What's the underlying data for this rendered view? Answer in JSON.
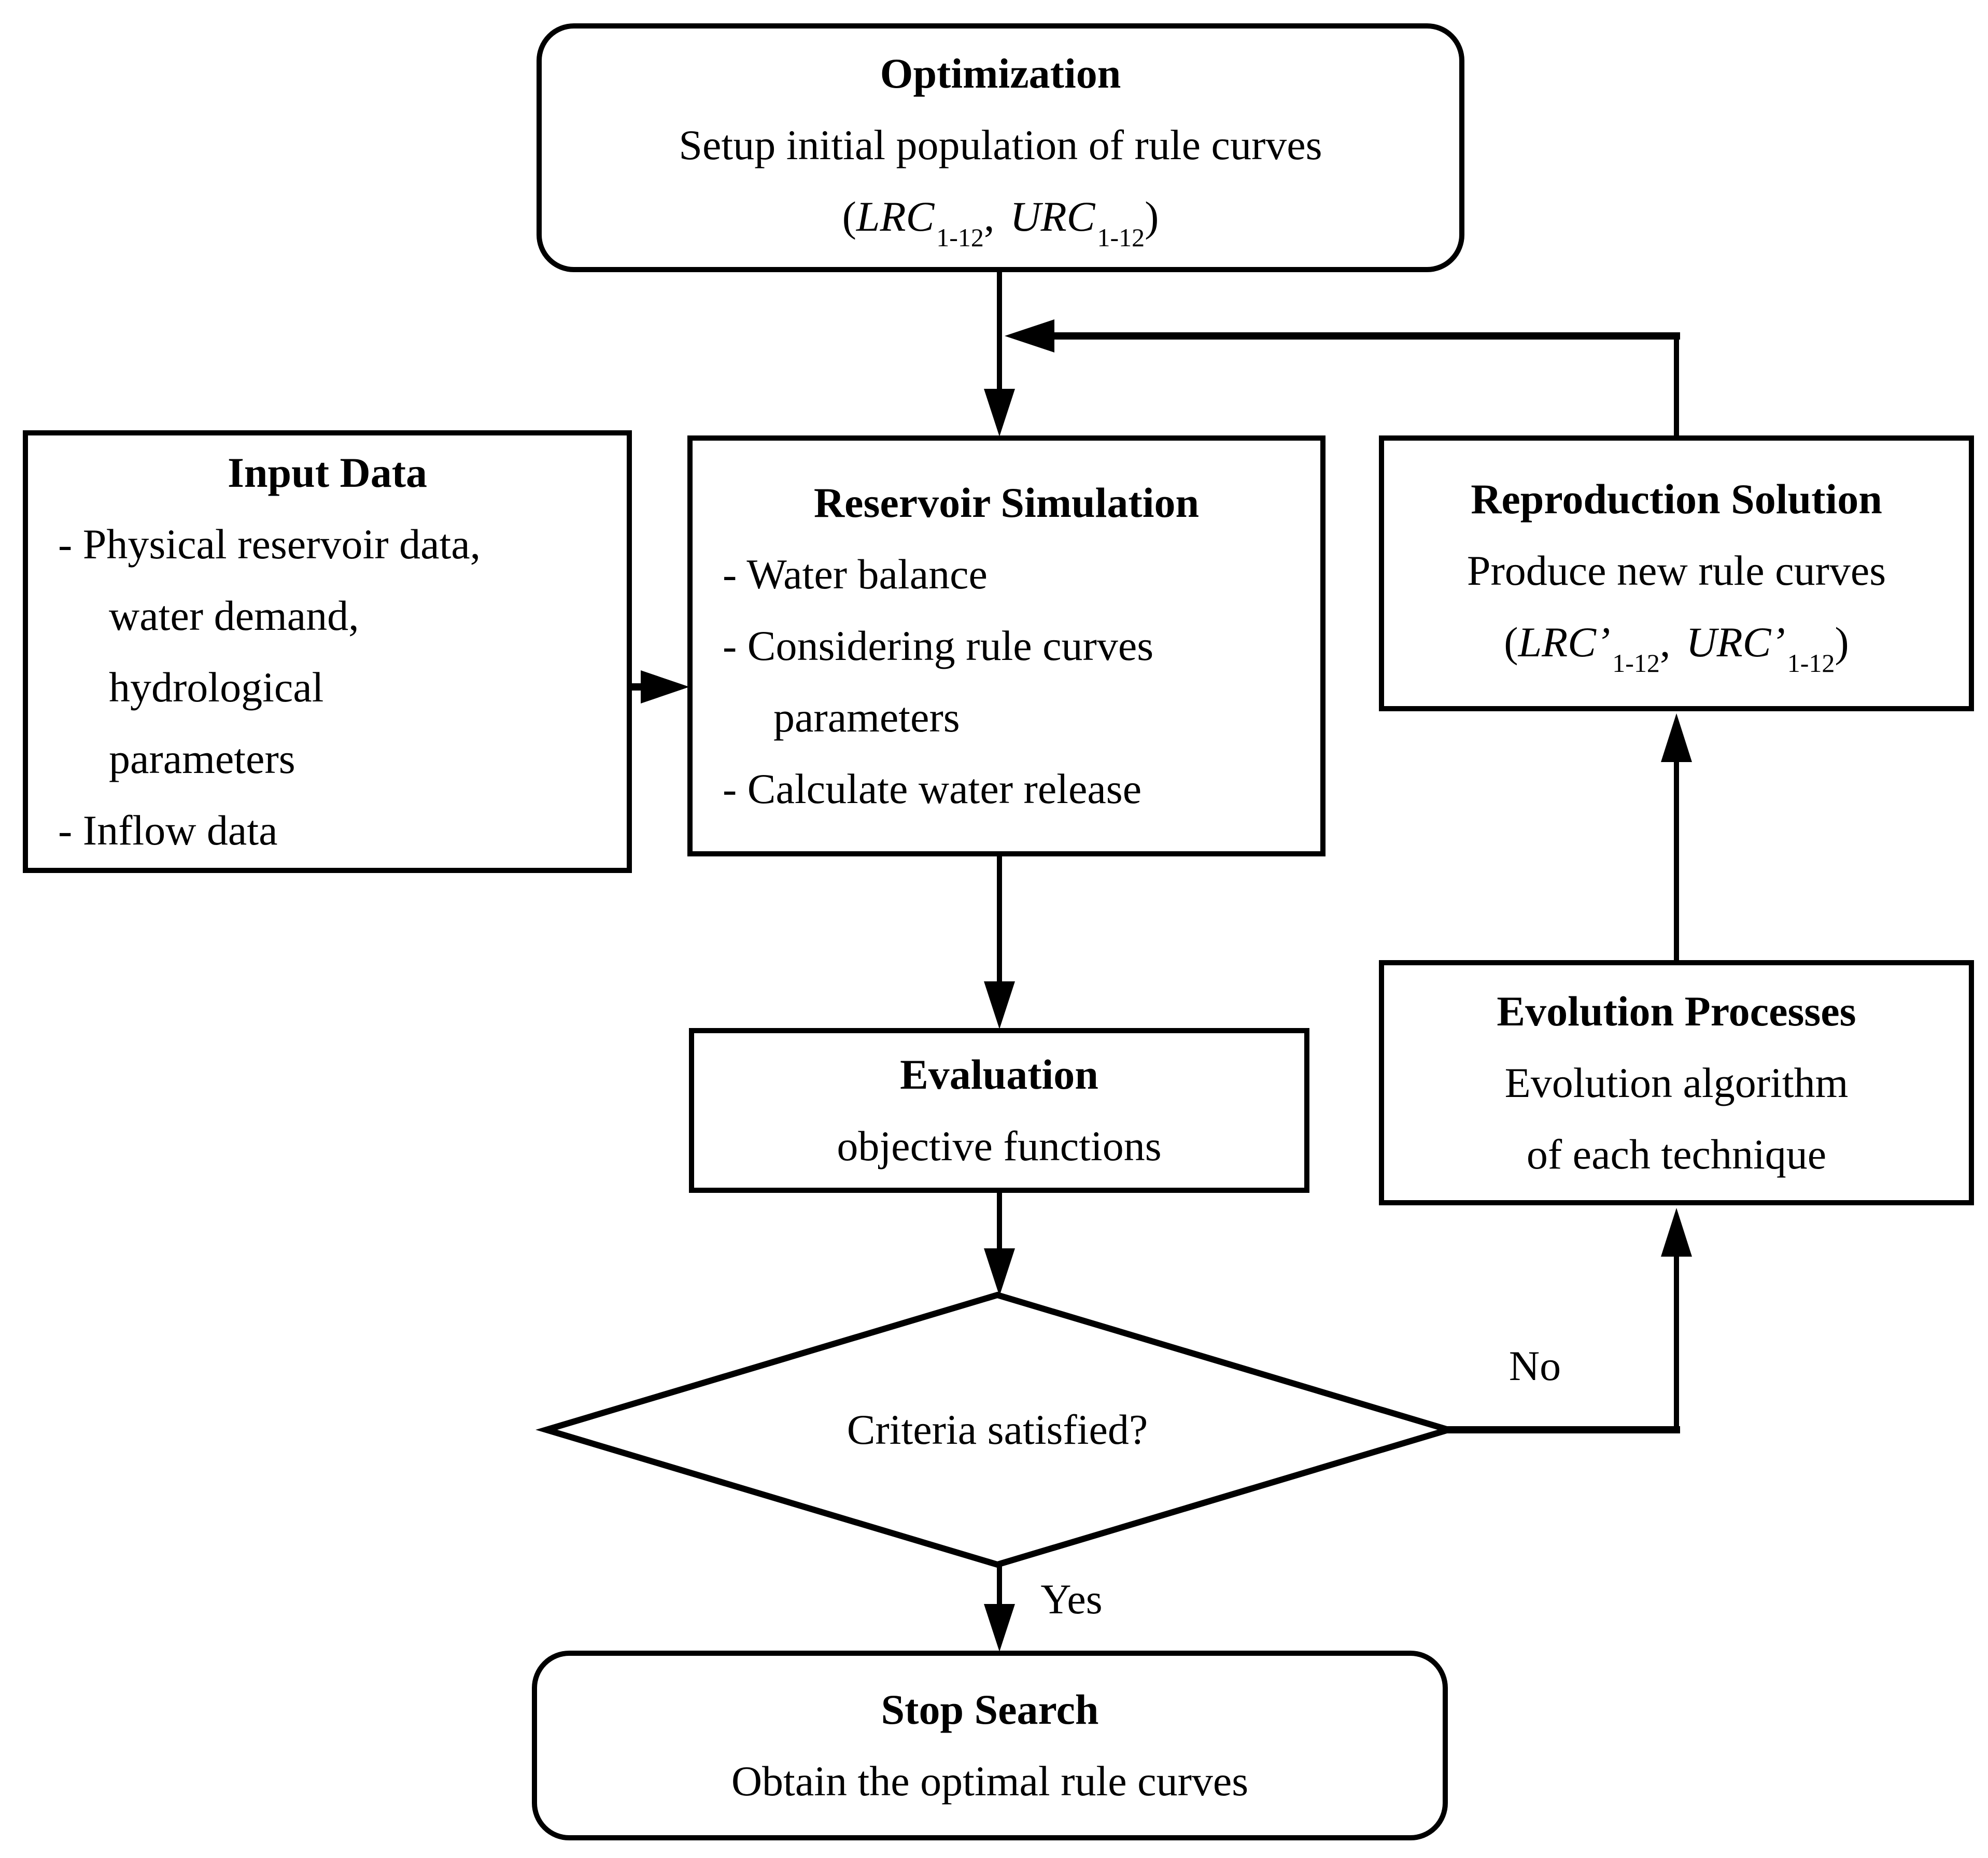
{
  "colors": {
    "ink": "#000000",
    "paper": "#ffffff"
  },
  "nodes": {
    "optimization": {
      "title": "Optimization",
      "line": "Setup initial population of rule curves",
      "formula": {
        "open": "(",
        "var1": "LRC",
        "sub1": "1-12",
        "sep": ",",
        "var2": "URC",
        "sub2": "1-12",
        "close": ")"
      }
    },
    "input_data": {
      "title": "Input Data",
      "lines": [
        "- Physical reservoir data,",
        "water demand,",
        "hydrological",
        "parameters",
        "- Inflow data"
      ]
    },
    "reservoir_simulation": {
      "title": "Reservoir Simulation",
      "lines": [
        "- Water balance",
        "- Considering rule curves",
        "parameters",
        "- Calculate water release"
      ]
    },
    "reproduction_solution": {
      "title": "Reproduction Solution",
      "line": "Produce new rule curves",
      "formula": {
        "open": "(",
        "var1": "LRC’",
        "sub1": "1-12",
        "sep": ",",
        "var2": "URC’",
        "sub2": "1-12",
        "close": ")"
      }
    },
    "evaluation": {
      "title": "Evaluation",
      "line": "objective functions"
    },
    "evolution_processes": {
      "title": "Evolution Processes",
      "line1": "Evolution algorithm",
      "line2": "of each technique"
    },
    "decision": {
      "question": "Criteria satisfied?"
    },
    "stop_search": {
      "title": "Stop Search",
      "line": "Obtain the optimal rule curves"
    }
  },
  "edge_labels": {
    "no": "No",
    "yes": "Yes"
  }
}
